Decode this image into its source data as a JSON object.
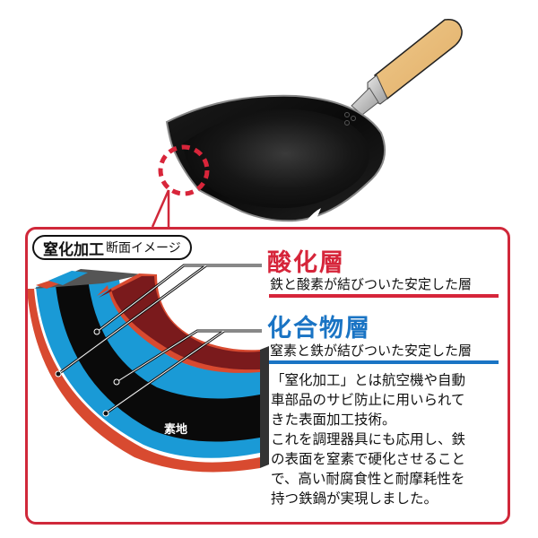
{
  "illustration": {
    "subject": "iron frying pan with wooden handle",
    "highlight_marker": "dashed red circle on pan rim"
  },
  "panel": {
    "title_bold": "窒化加工",
    "title_light": "断面イメージ",
    "border_color": "#d0283a"
  },
  "layers": {
    "oxide": {
      "title": "酸化層",
      "subtitle": "鉄と酸素が結びついた安定した層",
      "color": "#d6253a"
    },
    "compound": {
      "title": "化合物層",
      "subtitle": "窒素と鉄が結びついた安定した層",
      "color": "#1a74c4"
    },
    "base": {
      "label": "素地"
    }
  },
  "description": {
    "lines": [
      "「窒化加工」とは航空機や自動",
      "車部品のサビ防止に用いられて",
      "きた表面加工技術。",
      "これを調理器具にも応用し、鉄",
      "の表面を窒素で硬化させること",
      "で、高い耐腐食性と耐摩耗性を",
      "持つ鉄鍋が実現しました。"
    ]
  }
}
